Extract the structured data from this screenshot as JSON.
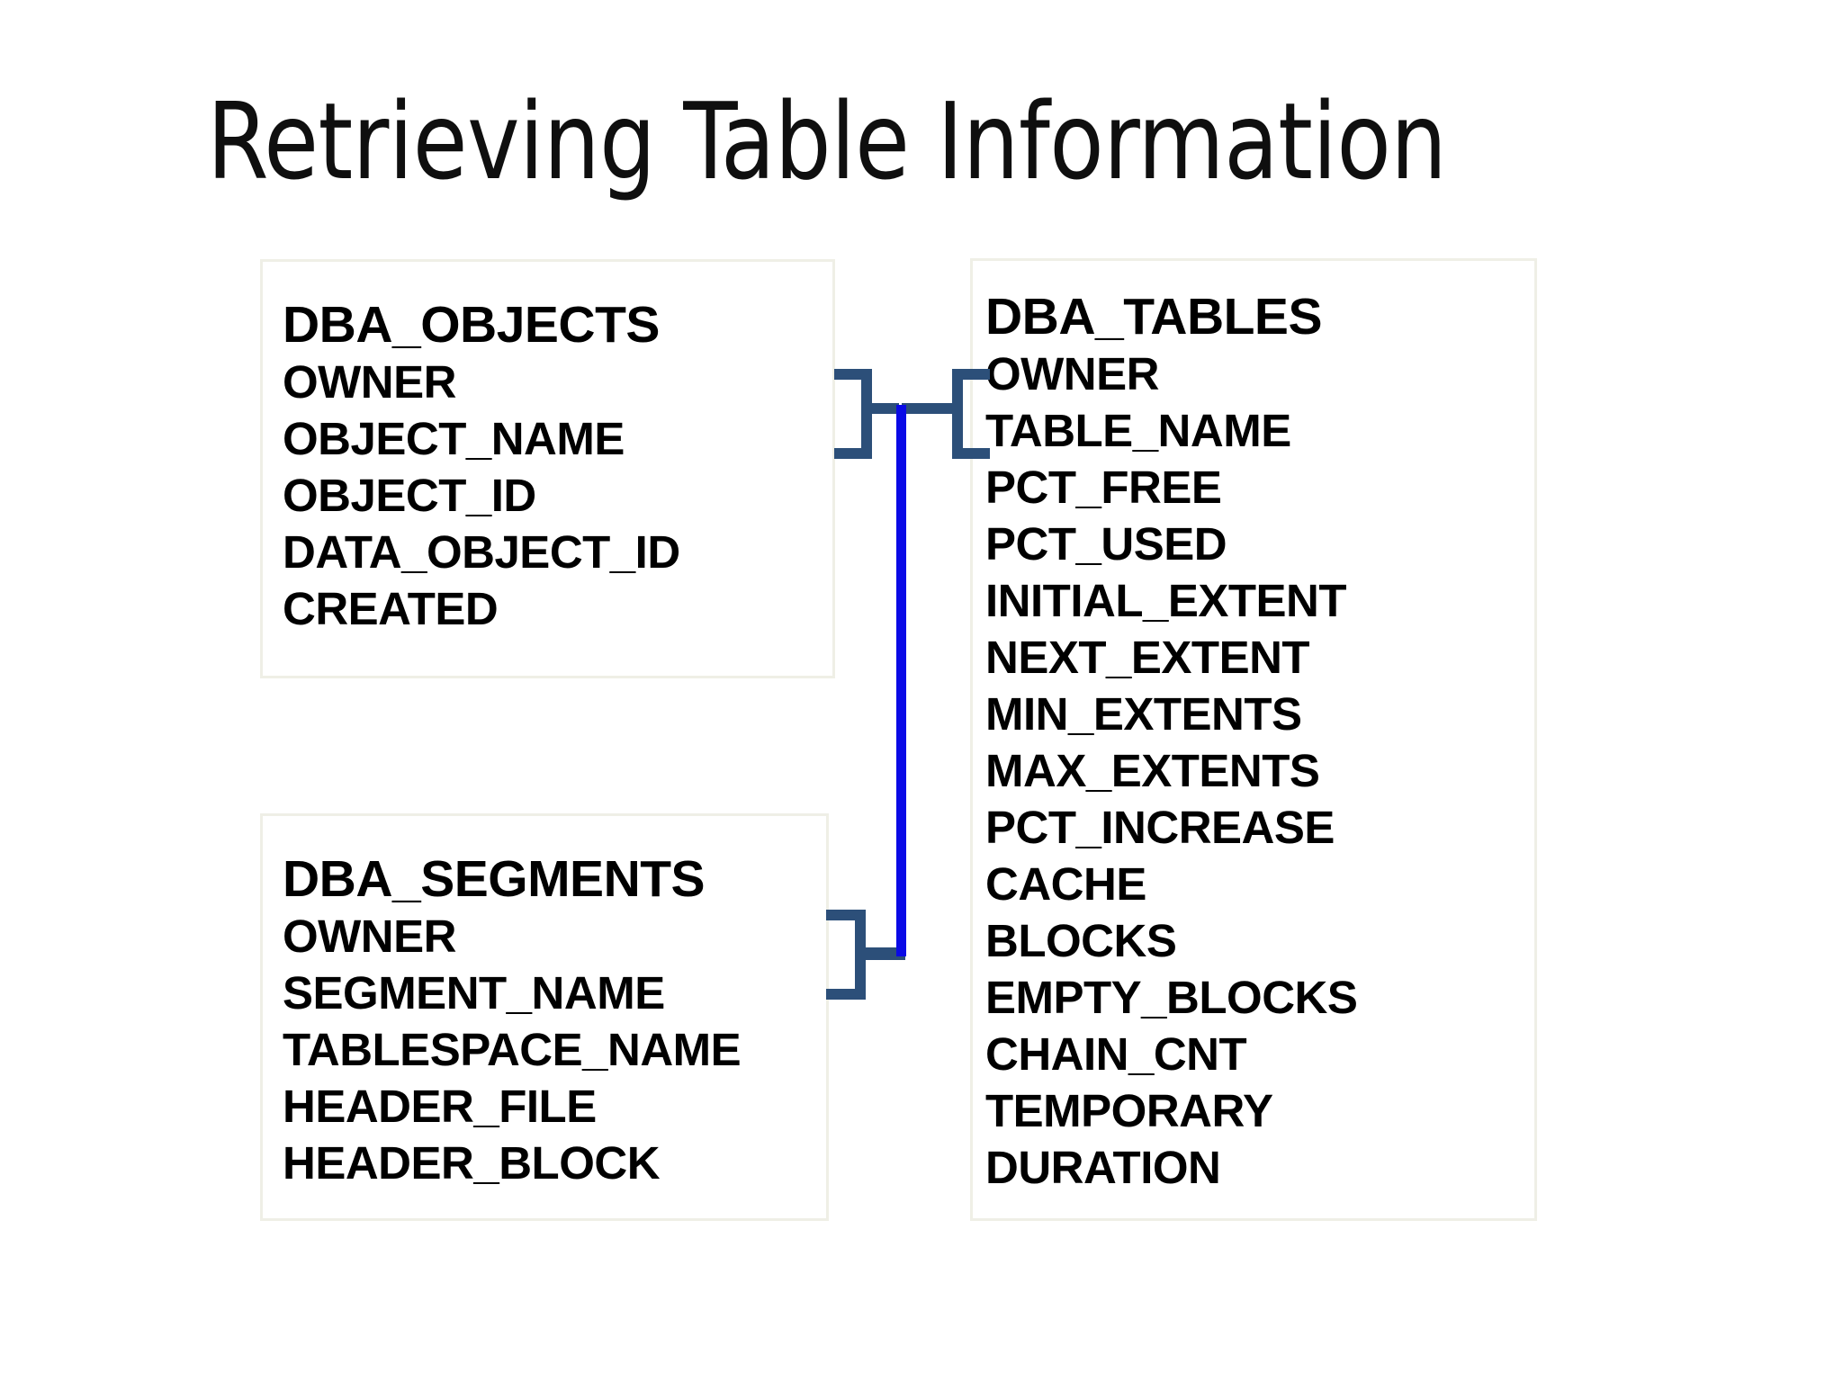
{
  "slide": {
    "title": "Retrieving Table Information",
    "background_color": "#ffffff"
  },
  "theme": {
    "box_border_color": "#efefe6",
    "connector_color": "#2c4f79",
    "trunk_color": "#0a0ae6",
    "text_color": "#000000"
  },
  "entities": [
    {
      "id": "dba_objects",
      "name": "DBA_OBJECTS",
      "columns": [
        "OWNER",
        "OBJECT_NAME",
        "OBJECT_ID",
        "DATA_OBJECT_ID",
        "CREATED"
      ]
    },
    {
      "id": "dba_segments",
      "name": "DBA_SEGMENTS",
      "columns": [
        "OWNER",
        "SEGMENT_NAME",
        "TABLESPACE_NAME",
        "HEADER_FILE",
        "HEADER_BLOCK"
      ]
    },
    {
      "id": "dba_tables",
      "name": "DBA_TABLES",
      "columns": [
        "OWNER",
        "TABLE_NAME",
        "PCT_FREE",
        "PCT_USED",
        "INITIAL_EXTENT",
        "NEXT_EXTENT",
        "MIN_EXTENTS",
        "MAX_EXTENTS",
        "PCT_INCREASE",
        "CACHE",
        "BLOCKS",
        "EMPTY_BLOCKS",
        "CHAIN_CNT",
        "TEMPORARY",
        "DURATION"
      ]
    }
  ],
  "connectors": [
    {
      "id": "objects-to-tables",
      "from": "dba_objects",
      "to": "dba_tables",
      "style": "crows-foot-bracket"
    },
    {
      "id": "segments-to-tables",
      "from": "dba_segments",
      "to": "dba_tables",
      "style": "crows-foot-bracket"
    }
  ]
}
